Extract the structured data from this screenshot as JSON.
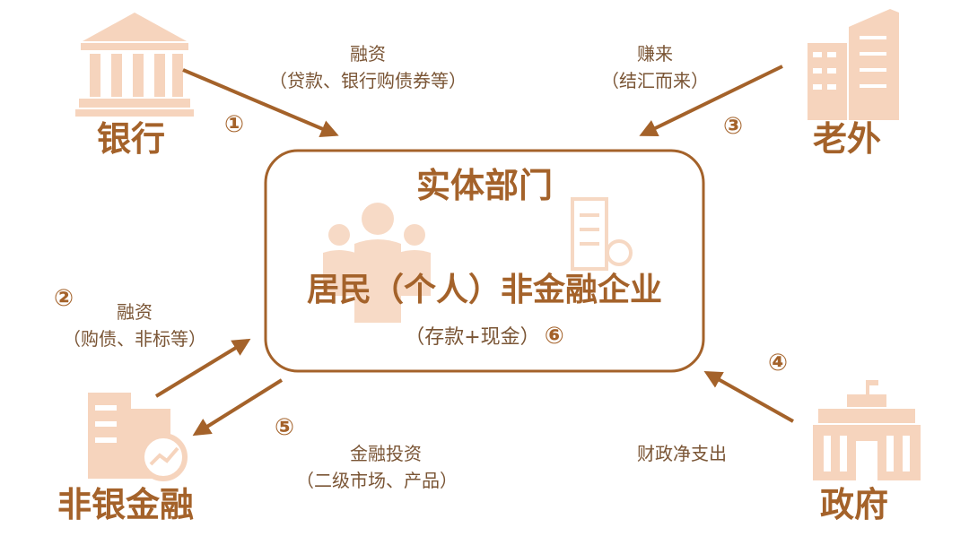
{
  "colors": {
    "primary": "#A4622A",
    "icon": "#F6D4BD",
    "text": "#7A5535"
  },
  "nodes": {
    "bank": {
      "label": "银行",
      "icon": "bank-building-icon"
    },
    "foreign": {
      "label": "老外",
      "icon": "office-tower-icon"
    },
    "nonbank": {
      "label": "非银金融",
      "icon": "financial-office-icon"
    },
    "government": {
      "label": "政府",
      "icon": "government-building-icon"
    }
  },
  "center": {
    "title": "实体部门",
    "subtitle": "居民（个人）非金融企业",
    "note": "（存款+现金）",
    "note_number": "⑥",
    "icons": [
      "people-group-icon",
      "company-building-icon"
    ]
  },
  "flows": [
    {
      "number": "①",
      "title": "融资",
      "detail": "（贷款、银行购债券等）"
    },
    {
      "number": "②",
      "title": "融资",
      "detail": "（购债、非标等）"
    },
    {
      "number": "③",
      "title": "赚来",
      "detail": "（结汇而来）"
    },
    {
      "number": "④",
      "title": "财政净支出",
      "detail": ""
    },
    {
      "number": "⑤",
      "title": "金融投资",
      "detail": "（二级市场、产品）"
    }
  ]
}
